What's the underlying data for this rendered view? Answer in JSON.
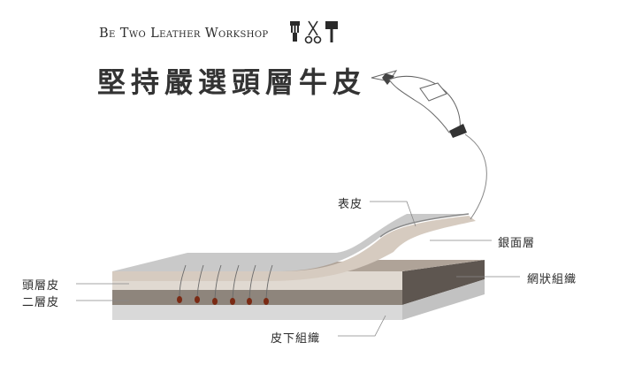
{
  "header": {
    "brand": "Be Two Leather Workshop",
    "headline": "堅持嚴選頭層牛皮",
    "tool_icons": [
      "stamp-tool-icon",
      "scissors-icon",
      "mallet-icon"
    ]
  },
  "diagram": {
    "labels": {
      "surface": "表皮",
      "grain_layer": "銀面層",
      "reticular_tissue": "網狀組織",
      "top_grain": "頭層皮",
      "split_layer": "二層皮",
      "subcutaneous": "皮下組織"
    }
  },
  "colors": {
    "top_surface": "#c9c9c9",
    "grain": "#d6cbc0",
    "reticular": "#afa398",
    "split_front": "#8e857c",
    "subcutaneous": "#d7d7d7",
    "follicle": "#7a2a14"
  }
}
